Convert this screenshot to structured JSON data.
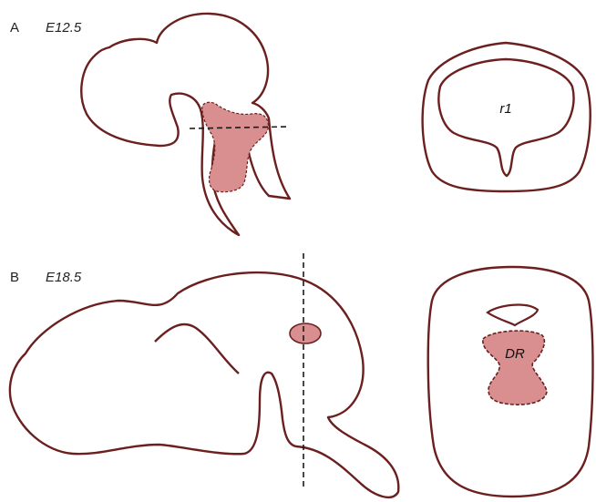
{
  "panels": [
    {
      "letter": "A",
      "stage": "E12.5",
      "section_label": "r1"
    },
    {
      "letter": "B",
      "stage": "E18.5",
      "section_label": "DR"
    }
  ],
  "colors": {
    "outline": "#6b1f1f",
    "highlight_fill": "#d98f8f",
    "dashed_line": "#1a1a1a"
  },
  "icons": {
    "embryo_a": "sagittal-brain-outline",
    "section_a": "coronal-section-outline",
    "brain_b": "sagittal-brain-outline",
    "section_b": "coronal-section-outline"
  }
}
